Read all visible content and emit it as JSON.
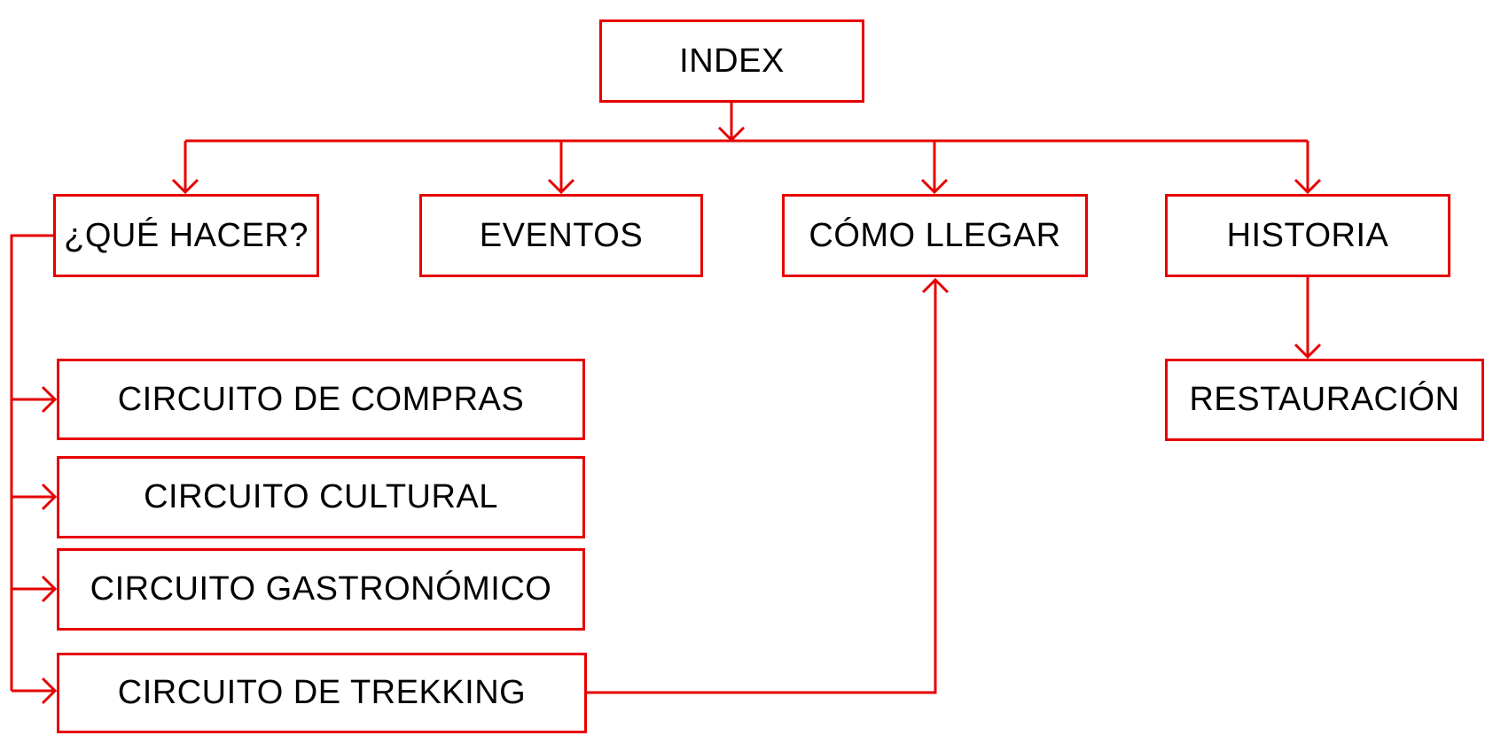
{
  "diagram": {
    "type": "sitemap-flowchart",
    "nodes": {
      "index": {
        "label": "INDEX"
      },
      "que_hacer": {
        "label": "¿QUÉ HACER?"
      },
      "eventos": {
        "label": "EVENTOS"
      },
      "como_llegar": {
        "label": "CÓMO LLEGAR"
      },
      "historia": {
        "label": "HISTORIA"
      },
      "circuito_compras": {
        "label": "CIRCUITO DE COMPRAS"
      },
      "circuito_cultural": {
        "label": "CIRCUITO CULTURAL"
      },
      "circuito_gastronomico": {
        "label": "CIRCUITO GASTRONÓMICO"
      },
      "circuito_trekking": {
        "label": "CIRCUITO DE TREKKING"
      },
      "restauracion": {
        "label": "RESTAURACIÓN"
      }
    },
    "edges": [
      {
        "from": "INDEX",
        "to": "¿QUÉ HACER?"
      },
      {
        "from": "INDEX",
        "to": "EVENTOS"
      },
      {
        "from": "INDEX",
        "to": "CÓMO LLEGAR"
      },
      {
        "from": "INDEX",
        "to": "HISTORIA"
      },
      {
        "from": "¿QUÉ HACER?",
        "to": "CIRCUITO DE COMPRAS"
      },
      {
        "from": "¿QUÉ HACER?",
        "to": "CIRCUITO CULTURAL"
      },
      {
        "from": "¿QUÉ HACER?",
        "to": "CIRCUITO GASTRONÓMICO"
      },
      {
        "from": "¿QUÉ HACER?",
        "to": "CIRCUITO DE TREKKING"
      },
      {
        "from": "CIRCUITO DE TREKKING",
        "to": "CÓMO LLEGAR"
      },
      {
        "from": "HISTORIA",
        "to": "RESTAURACIÓN"
      }
    ],
    "colors": {
      "line": "#e60000",
      "text": "#000000",
      "background": "#ffffff"
    }
  }
}
